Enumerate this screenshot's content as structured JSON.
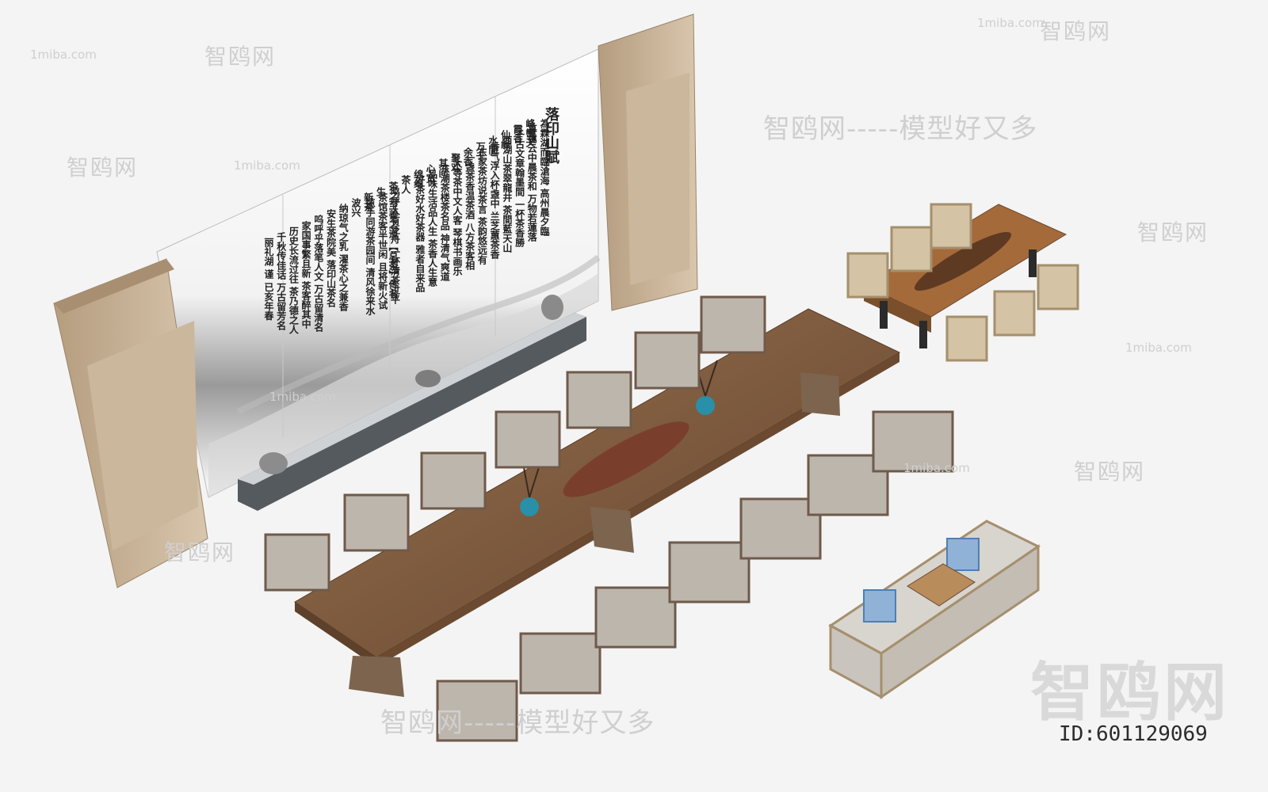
{
  "scene": {
    "calligraphy_title": "落印山賦",
    "calligraphy_columns": [
      "為霖湖而臨滄海 高州晨夕臨峰巒天",
      "暮霭云中晨茶和 万物若蓮落霞香",
      "千古文章翰墨間 一杯茶香勝仙緣",
      "西湖山茶翠龍井 茶間藍天山水間",
      "香气浮入杯盏中 兰芝蕙茶香万千",
      "东家茶坊说茶言 茶韵悠远有余香",
      "一盏茶香温茶酒 八方茶客相聚欢",
      "大等茶中文人客 琴棋书画乐其间",
      "东潮茶楼茶名品 神清气爽道心宽",
      "品味生活品人生 茶香人生意绵绵",
      "好茶好水好茶器 雅者自来品茶人",
      "茶之至善之道 【总茶】传名",
      "鸣呼人有泛舟 一杯清茶过平生",
      "茶馆茶客半世闲 且将新火试新茶",
      "揽手同游茶园间 清风徐来水波兴",
      "纳琼气之乳 濯茶心之兼香",
      "安生茶院美 落印山茶名",
      "呜呼乎落笔人文 万古留清名",
      "家国事繁且新 茶客醉其中",
      "历史长流过往 茶乃德之人",
      "千秋传佳话 万古留芳名",
      "丽礼湖 谨 已亥年春"
    ]
  },
  "watermarks": {
    "site": "1miba.com",
    "brand": "智鸥网",
    "slogan_line": "智鸥网-----模型好又多",
    "dash_line": "-----",
    "big_brand": "智鸥网",
    "id_label": "ID:601129069"
  },
  "colors": {
    "background": "#f4f4f4",
    "wood_light": "#c9b497",
    "wood_dark": "#6b4a33",
    "table_top": "#8a6344",
    "chair_frame": "#6f5a4a",
    "cushion": "#bdb6ad",
    "vase_blue": "#2a8fa8"
  }
}
